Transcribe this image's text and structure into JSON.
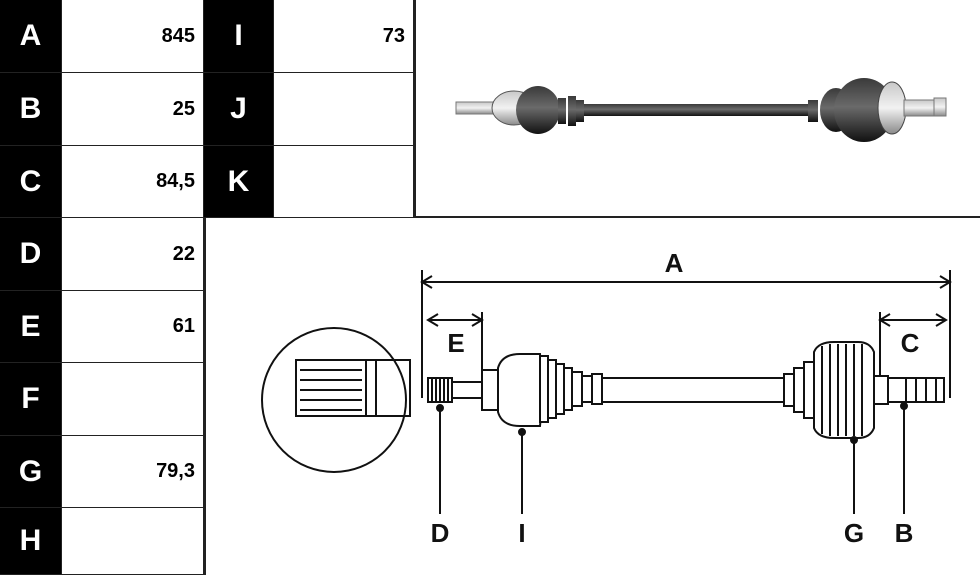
{
  "left_table": [
    {
      "key": "A",
      "value": "845"
    },
    {
      "key": "B",
      "value": "25"
    },
    {
      "key": "C",
      "value": "84,5"
    },
    {
      "key": "D",
      "value": "22"
    },
    {
      "key": "E",
      "value": "61"
    },
    {
      "key": "F",
      "value": ""
    },
    {
      "key": "G",
      "value": "79,3"
    },
    {
      "key": "H",
      "value": ""
    }
  ],
  "right_table": [
    {
      "key": "I",
      "value": "73"
    },
    {
      "key": "J",
      "value": ""
    },
    {
      "key": "K",
      "value": ""
    }
  ],
  "diagram_labels": {
    "a": "A",
    "e": "E",
    "c": "C",
    "d": "D",
    "i": "I",
    "g": "G",
    "b": "B"
  }
}
